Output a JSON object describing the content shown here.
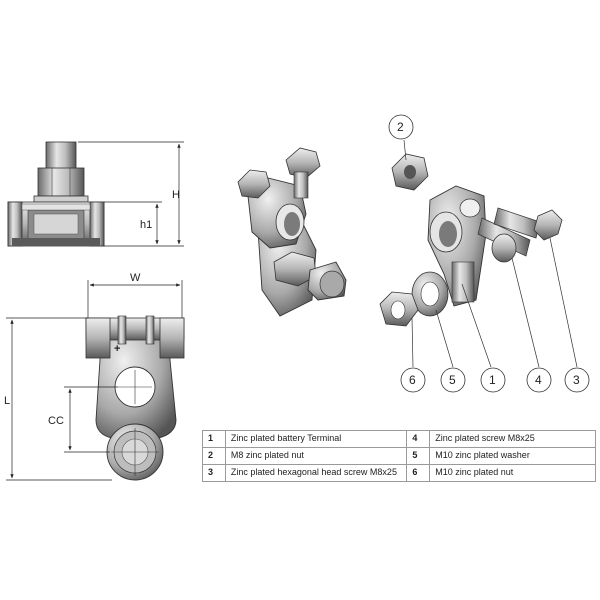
{
  "dimensions": {
    "H": "H",
    "h1": "h1",
    "W": "W",
    "L": "L",
    "CC": "CC",
    "polarity": "+"
  },
  "callouts": {
    "c1": "1",
    "c2": "2",
    "c3": "3",
    "c4": "4",
    "c5": "5",
    "c6": "6"
  },
  "parts_table": [
    [
      {
        "num": "1",
        "desc": "Zinc plated battery Terminal"
      },
      {
        "num": "4",
        "desc": "Zinc plated screw M8x25"
      }
    ],
    [
      {
        "num": "2",
        "desc": "M8 zinc plated nut"
      },
      {
        "num": "5",
        "desc": "M10 zinc plated washer"
      }
    ],
    [
      {
        "num": "3",
        "desc": "Zinc plated hexagonal head screw M8x25"
      },
      {
        "num": "6",
        "desc": "M10 zinc plated nut"
      }
    ]
  ],
  "colors": {
    "metal_light": "#d9d9d9",
    "metal_mid": "#a8a8a8",
    "metal_dark": "#5e5e5e",
    "line": "#222222"
  }
}
